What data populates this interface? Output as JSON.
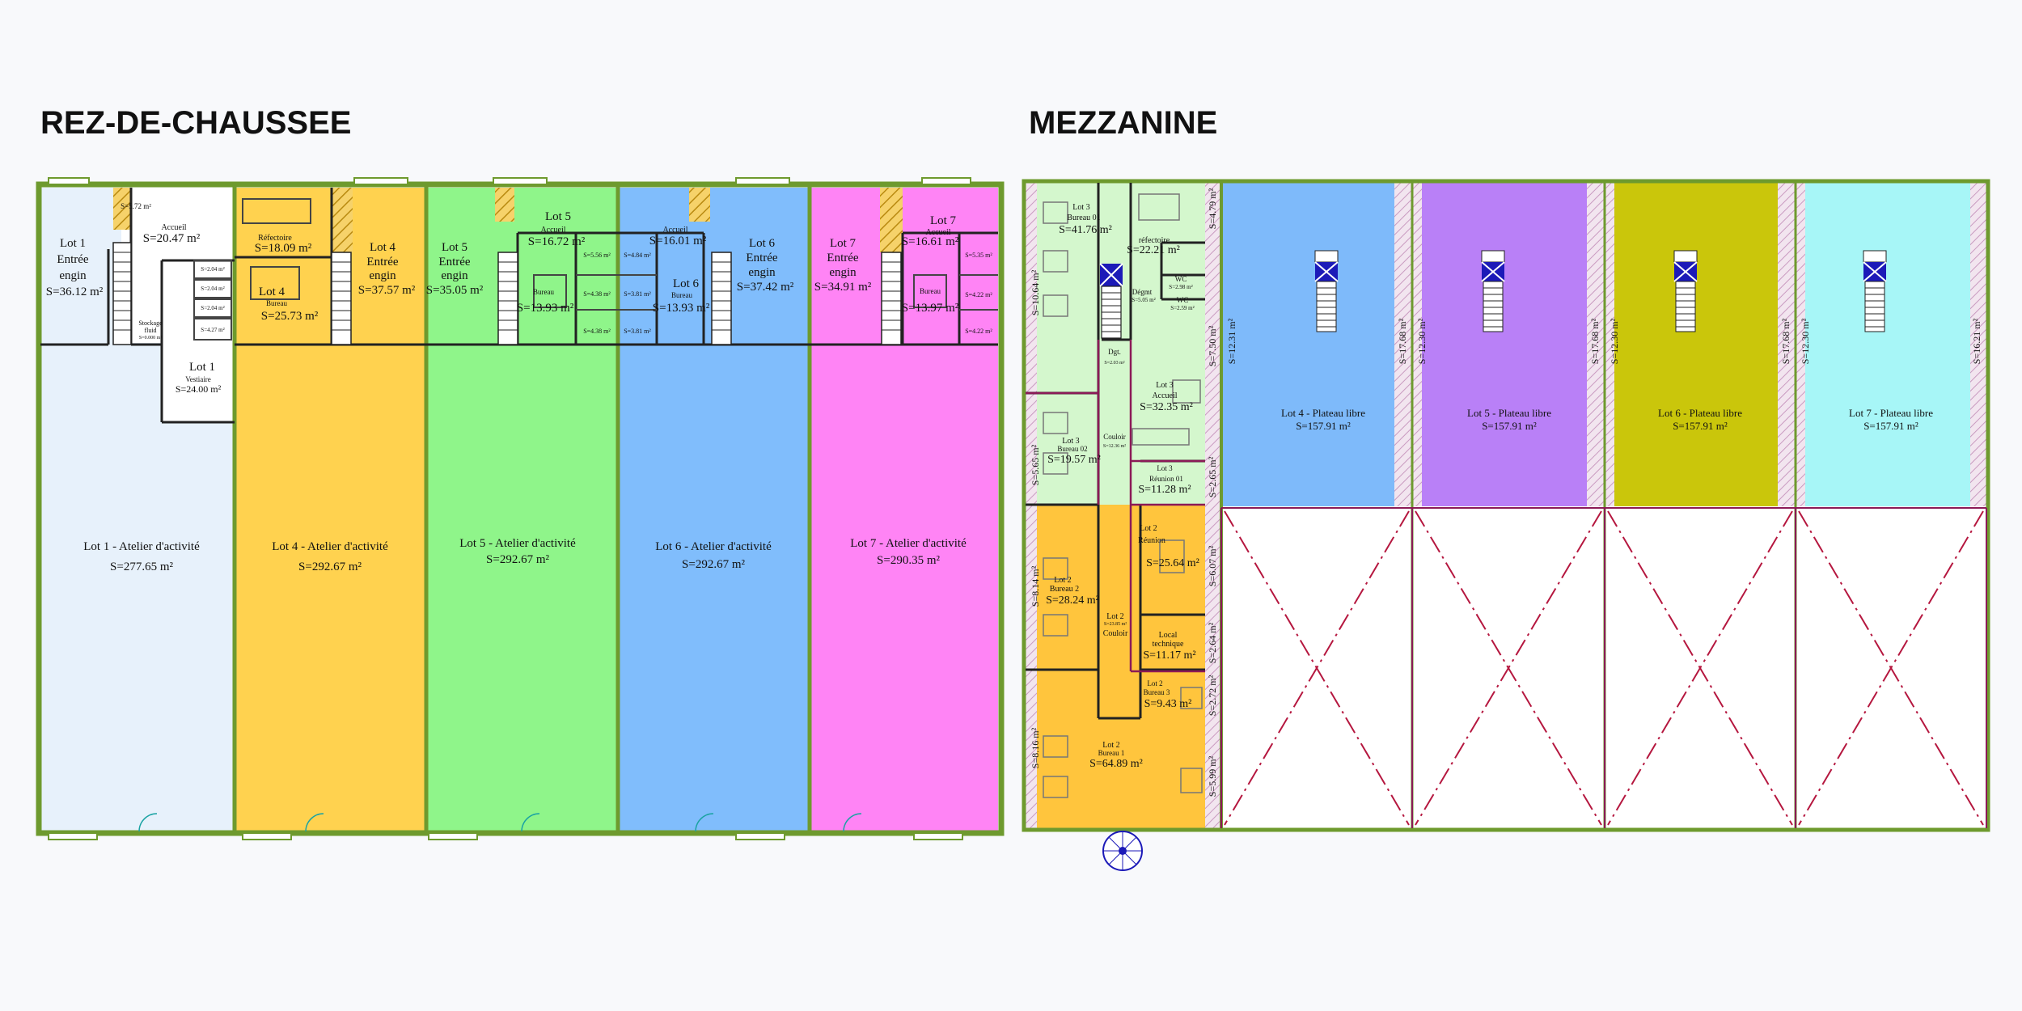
{
  "titles": {
    "rdc": "REZ-DE-CHAUSSEE",
    "mezzanine": "MEZZANINE"
  },
  "colors": {
    "lot1": "#e7f1fb",
    "lot4": "#ffd24f",
    "lot5": "#8ff58a",
    "lot6": "#80bdfc",
    "lot7": "#ff84f5",
    "lot3_mez": "#d4f7cd",
    "lot2_mez": "#ffc53d",
    "lot4_mez": "#7ebafa",
    "lot5_mez": "#b980f7",
    "lot6_mez": "#cac60b",
    "lot7_mez": "#a7f6f7",
    "wall": "#6e9a2e",
    "mauve": "#8b1a57",
    "stairs": "#1c1ab8",
    "hatch": "#f2c23a"
  },
  "rdc": {
    "lot1_entree": [
      "Lot 1",
      "Entrée",
      "engin",
      "S=36.12 m²"
    ],
    "lot1_wc": "S=5.72 m²",
    "lot1_accueil": [
      "Accueil",
      "S=20.47 m²"
    ],
    "lot1_small": [
      "S=2.04 m²",
      "S=2.04 m²",
      "S=2.04 m²",
      "S=4.27 m²"
    ],
    "lot1_stockage": [
      "Stockage",
      "fluid",
      "S=0.000 m²"
    ],
    "lot1_vestiaire": [
      "Lot 1",
      "Vestiaire",
      "S=24.00 m²"
    ],
    "lot1_atelier": [
      "Lot 1  - Atelier d'activité",
      "S=277.65 m²"
    ],
    "lot4_refectoire": [
      "Réfectoire",
      "S=18.09 m²"
    ],
    "lot4_bureau": [
      "Lot 4",
      "Bureau",
      "S=25.73 m²"
    ],
    "lot4_entree": [
      "Lot 4",
      "Entrée",
      "engin",
      "S=37.57 m²"
    ],
    "lot4_atelier": [
      "Lot 4  - Atelier d'activité",
      "S=292.67 m²"
    ],
    "lot5_entree": [
      "Lot 5",
      "Entrée",
      "engin",
      "S=35.05 m²"
    ],
    "lot5_accueil": [
      "Lot 5",
      "Accueil",
      "S=16.72 m²"
    ],
    "lot5_bureau": [
      "Bureau",
      "S=13.93 m²"
    ],
    "lot5_small": [
      "S=5.56 m²",
      "S=4.38 m²",
      "S=4.38 m²"
    ],
    "lot5_atelier": [
      "Lot 5  - Atelier d'activité",
      "S=292.67 m²"
    ],
    "lot6_accueil": [
      "Accueil",
      "S=16.01 m²"
    ],
    "lot6_small": [
      "S=4.84 m²",
      "S=3.81 m²",
      "S=3.81 m²"
    ],
    "lot6_bureau": [
      "Lot 6",
      "Bureau",
      "S=13.93 m²"
    ],
    "lot6_entree": [
      "Lot 6",
      "Entrée",
      "engin",
      "S=37.42 m²"
    ],
    "lot6_atelier": [
      "Lot 6  - Atelier d'activité",
      "S=292.67 m²"
    ],
    "lot7_entree": [
      "Lot 7",
      "Entrée",
      "engin",
      "S=34.91 m²"
    ],
    "lot7_accueil": [
      "Lot 7",
      "Accueil",
      "S=16.61 m²"
    ],
    "lot7_bureau": [
      "Bureau",
      "S=13.97 m²"
    ],
    "lot7_small": [
      "S=5.35 m²",
      "S=4.22 m²",
      "S=4.22 m²"
    ],
    "lot7_atelier": [
      "Lot 7  - Atelier d'activité",
      "S=290.35 m²"
    ]
  },
  "mezzanine": {
    "lot3_bureau01": [
      "Lot 3",
      "Bureau 01",
      "S=41.76 m²"
    ],
    "refectoire": [
      "réfectoire",
      "S=22.21 m²"
    ],
    "degmt": [
      "Dégmt",
      "S=5.05 m²"
    ],
    "wc1": [
      "WC",
      "S=2.98 m²"
    ],
    "wc2": [
      "WC",
      "S=2.59 m²"
    ],
    "dgt": [
      "Dgt.",
      "S=2.03 m²"
    ],
    "lot3_accueil": [
      "Lot 3",
      "Accueil",
      "S=32.35 m²"
    ],
    "couloir1": [
      "Couloir",
      "S=12.36 m²"
    ],
    "lot3_bureau02": [
      "Lot 3",
      "Bureau 02",
      "S=19.57 m²"
    ],
    "lot3_reunion01": [
      "Lot 3",
      "Réunion 01",
      "S=11.28 m²"
    ],
    "lot2_reunion": [
      "Lot 2",
      "Réunion",
      "S=25.64 m²"
    ],
    "lot2_bureau2": [
      "Lot 2",
      "Bureau 2",
      "S=28.24 m²"
    ],
    "lot2_couloir": [
      "Lot 2",
      "S=23.85 m²",
      "Couloir"
    ],
    "local_technique": [
      "Local",
      "technique",
      "S=11.17 m²"
    ],
    "lot2_bureau3": [
      "Lot 2",
      "Bureau 3",
      "S=9.43 m²"
    ],
    "lot2_bureau1": [
      "Lot 2",
      "Bureau 1",
      "S=64.89 m²"
    ],
    "side_dims_left": [
      "S=10.64 m²",
      "S=5.65 m²",
      "S=8.14 m²",
      "S=8.16 m²"
    ],
    "side_dims_mid": [
      "S=4.79 m²",
      "S=7.50 m²",
      "S=2.65 m²",
      "S=6.07 m²",
      "S=2.64 m²",
      "S=2.72 m²",
      "S=5.99 m²"
    ],
    "side_dims_plateaux": [
      "S=12.31 m²",
      "S=17.68 m²",
      "S=12.30 m²",
      "S=17.68 m²",
      "S=12.30 m²",
      "S=17.68 m²",
      "S=12.30 m²",
      "S=16.21 m²"
    ],
    "plateaux": [
      [
        "Lot 4  - Plateau libre",
        "S=157.91 m²"
      ],
      [
        "Lot 5  - Plateau libre",
        "S=157.91 m²"
      ],
      [
        "Lot 6  - Plateau libre",
        "S=157.91 m²"
      ],
      [
        "Lot 7  - Plateau libre",
        "S=157.91 m²"
      ]
    ]
  }
}
